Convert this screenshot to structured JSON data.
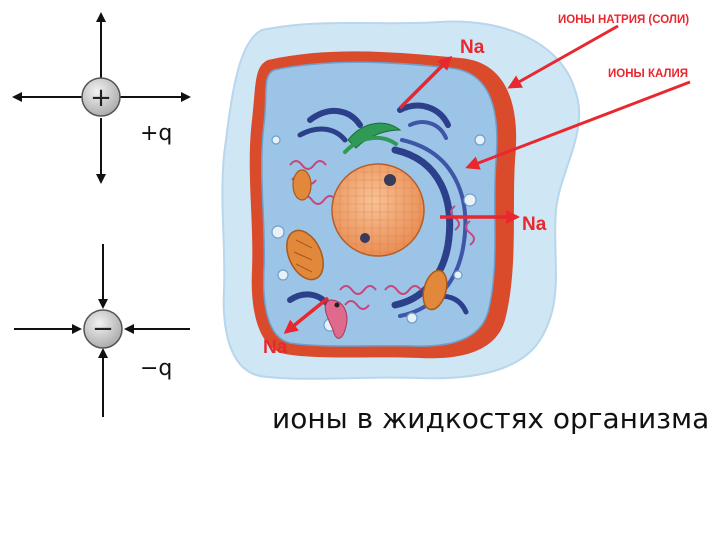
{
  "charges": {
    "positive": {
      "sign": "+",
      "label": "+q"
    },
    "negative": {
      "sign": "−",
      "label": "−q"
    }
  },
  "cell": {
    "legend_sodium": "ИОНЫ НАТРИЯ (СОЛИ)",
    "legend_potassium": "ИОНЫ КАЛИЯ",
    "ion_top": "Na",
    "ion_right": "Na",
    "ion_bottom": "Na"
  },
  "caption": "ионы в жидкостях организма",
  "colors": {
    "arrow_red": "#e8272e",
    "charge_gray": "#c0c0c0",
    "membrane": "#d94b2b",
    "cytoplasm": "#9cc4e6",
    "nucleus": "#f0a070"
  }
}
